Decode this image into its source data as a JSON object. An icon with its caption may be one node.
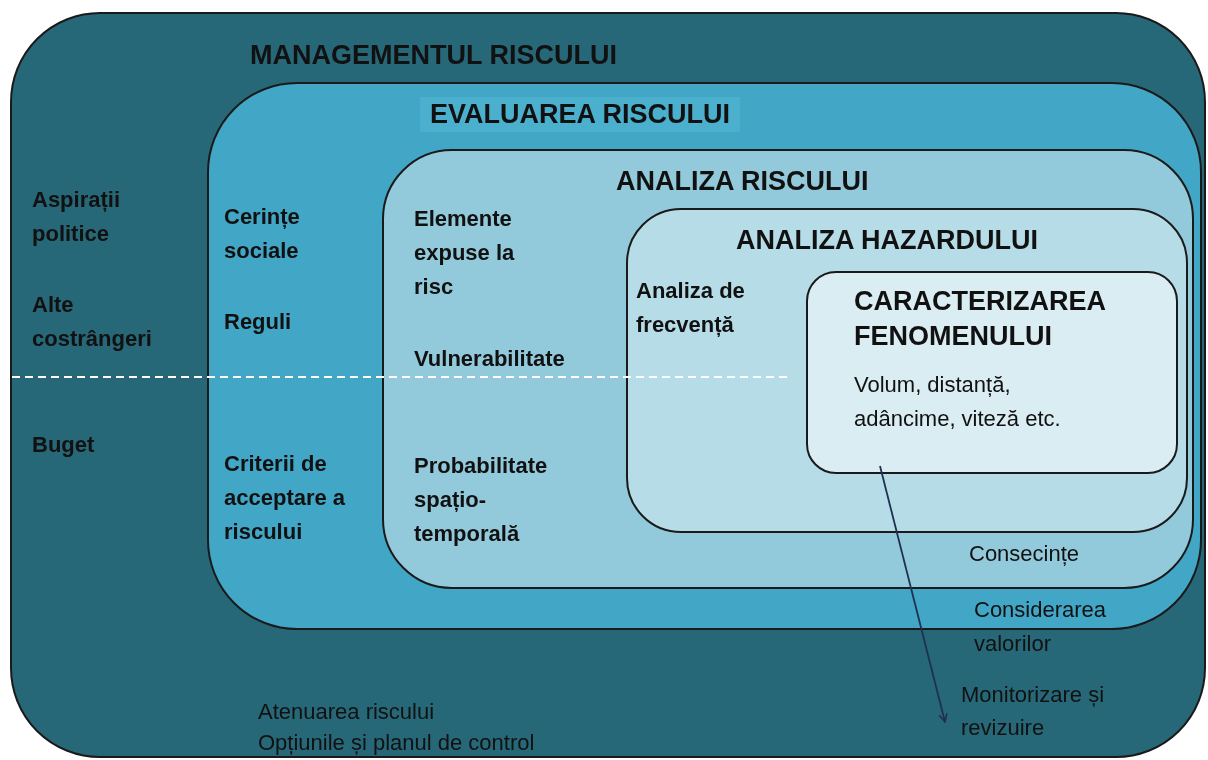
{
  "diagram": {
    "nodes": [
      {
        "text": [
          "MANAGEMENTUL RISCULUI",
          "Aspirații politice",
          "Alte costrângeri",
          "Buget",
          "Atenuarea riscului",
          "Opțiunile și planul de control"
        ]
      },
      {
        "text": [
          "EVALUAREA RISCULUI",
          "Cerințe sociale",
          "Reguli",
          "Criterii de acceptare a riscului",
          "Considerarea valorilor"
        ],
        "in": 0
      },
      {
        "text": [
          "ANALIZA RISCULUI",
          "Elemente expuse la risc",
          "Vulnerabilitate",
          "Probabilitate spațio-temporală",
          "Consecințe"
        ],
        "in": 1
      },
      {
        "text": [
          "ANALIZA HAZARDULUI",
          "Analiza de frecvență"
        ],
        "in": 2
      },
      {
        "text": [
          "CARACTERIZAREA FENOMENULUI",
          "Volum, distanță, adâncime, viteză etc."
        ],
        "in": 3
      },
      {
        "text": [
          "Monitorizare și revizuire"
        ],
        "in": 0
      }
    ],
    "edges": [
      {
        "from": 4,
        "to": 5,
        "arrow": "to"
      }
    ]
  }
}
